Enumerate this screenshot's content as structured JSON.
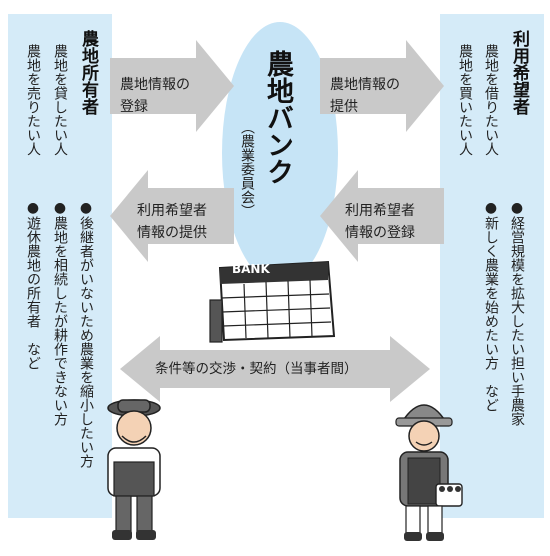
{
  "colors": {
    "panel": "#d5ebf8",
    "bank_ellipse": "#c6e4f6",
    "arrow": "#c9c9c9"
  },
  "owner": {
    "title": "農地所有者",
    "line1": "農地を貸したい人",
    "line2": "農地を売りたい人",
    "bullet1": "●後継者がいないため農業を縮小したい方",
    "bullet2": "●農地を相続したが耕作できない方",
    "bullet3": "●遊休農地の所有者　など"
  },
  "seeker": {
    "title": "利用希望者",
    "line1": "農地を借りたい人",
    "line2": "農地を買いたい人",
    "bullet1": "●経営規模を拡大したい担い手農家",
    "bullet2": "●新しく農業を始めたい方　など"
  },
  "bank": {
    "title": "農地バンク",
    "subtitle": "（農業委員会）",
    "building_sign": "BANK"
  },
  "arrows": {
    "owner_to_bank": {
      "line1": "農地情報の",
      "line2": "登録"
    },
    "bank_to_seeker": {
      "line1": "農地情報の",
      "line2": "提供"
    },
    "bank_to_owner": {
      "line1": "利用希望者",
      "line2": "情報の提供"
    },
    "seeker_to_bank": {
      "line1": "利用希望者",
      "line2": "情報の登録"
    },
    "negotiation": "条件等の交渉・契約（当事者間）"
  }
}
